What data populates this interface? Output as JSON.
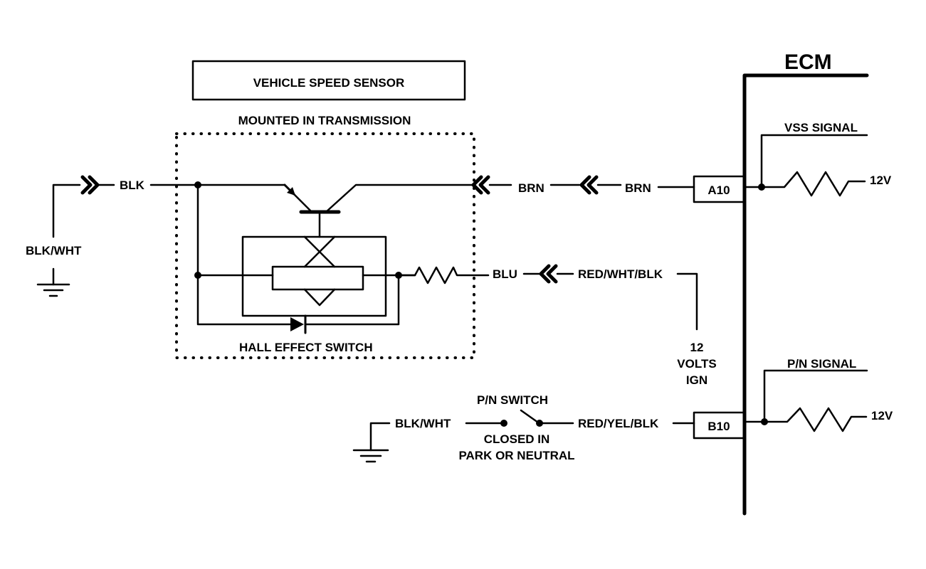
{
  "title": "VEHICLE SPEED SENSOR",
  "subtitle": "MOUNTED IN TRANSMISSION",
  "hall_label": "HALL EFFECT SWITCH",
  "ecm": {
    "label": "ECM",
    "vss_signal": "VSS SIGNAL",
    "pn_signal": "P/N SIGNAL",
    "pin_a10": "A10",
    "pin_b10": "B10",
    "supply_top": "12V",
    "supply_bottom": "12V"
  },
  "wires": {
    "blk_wht_top": "BLK/WHT",
    "blk": "BLK",
    "brn_inner": "BRN",
    "brn_outer": "BRN",
    "blu": "BLU",
    "red_wht_blk": "RED/WHT/BLK",
    "blk_wht_bottom": "BLK/WHT",
    "red_yel_blk": "RED/YEL/BLK"
  },
  "ignition": {
    "line1": "12",
    "line2": "VOLTS",
    "line3": "IGN"
  },
  "pn_switch": {
    "label": "P/N SWITCH",
    "note1": "CLOSED IN",
    "note2": "PARK OR NEUTRAL"
  }
}
